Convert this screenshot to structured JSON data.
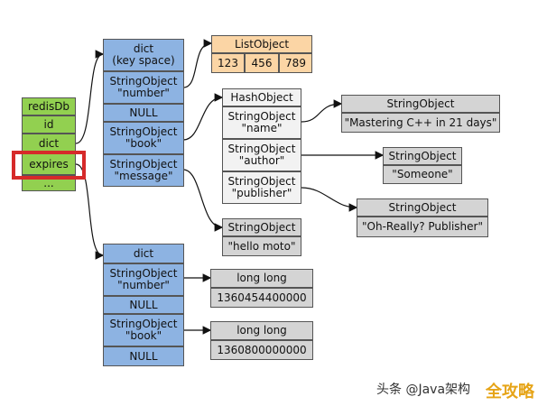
{
  "redisdb": {
    "rows": [
      "redisDb",
      "id",
      "dict",
      "expires",
      "..."
    ]
  },
  "keyspace": {
    "rows": [
      "dict\n(key space)",
      "StringObject\n\"number\"",
      "NULL",
      "StringObject\n\"book\"",
      "StringObject\n\"message\""
    ]
  },
  "listobject": {
    "title": "ListObject",
    "cells": [
      "123",
      "456",
      "789"
    ]
  },
  "hashobject": {
    "rows": [
      "HashObject",
      "StringObject\n\"name\"",
      "StringObject\n\"author\"",
      "StringObject\n\"publisher\""
    ]
  },
  "values": {
    "name": {
      "title": "StringObject",
      "value": "\"Mastering C++ in 21 days\""
    },
    "author": {
      "title": "StringObject",
      "value": "\"Someone\""
    },
    "publisher": {
      "title": "StringObject",
      "value": "\"Oh-Really? Publisher\""
    },
    "message": {
      "title": "StringObject",
      "value": "\"hello moto\""
    }
  },
  "expires": {
    "rows": [
      "dict",
      "StringObject\n\"number\"",
      "NULL",
      "StringObject\n\"book\"",
      "NULL"
    ],
    "number": {
      "title": "long long",
      "value": "1360454400000"
    },
    "book": {
      "title": "long long",
      "value": "1360800000000"
    }
  },
  "watermark": {
    "text": "头条 @Java架构",
    "overlay": "全攻略"
  },
  "colors": {
    "green": "#92d050",
    "blue": "#8db3e2",
    "orange": "#fbd5a5",
    "gray": "#d4d4d4",
    "highlight": "#d62a2a"
  }
}
